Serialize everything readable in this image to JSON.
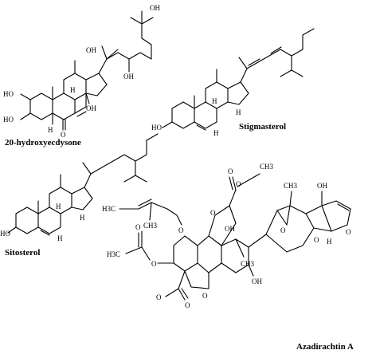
{
  "compounds": [
    {
      "name": "20-hydroxyecdysone"
    },
    {
      "name": "Stigmasterol"
    },
    {
      "name": "Sitosterol"
    },
    {
      "name": "Azadirachtin A"
    }
  ],
  "atom_labels": {
    "oh": "OH",
    "ho": "HO",
    "h": "H",
    "o": "O",
    "ch3": "CH3",
    "h3c": "H3C"
  }
}
